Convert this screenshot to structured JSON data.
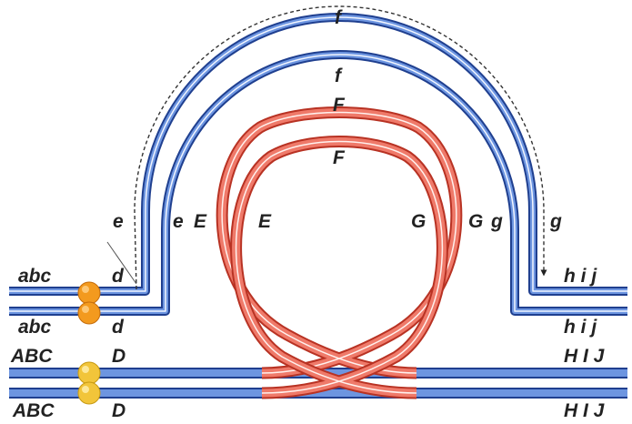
{
  "labels": {
    "outer_arc_top": "f",
    "inner_arc_top": "f",
    "red_outer_top": "F",
    "red_inner_top": "F",
    "left_e_outer": "e",
    "left_e_inner": "e",
    "left_E_outer": "E",
    "left_E_inner": "E",
    "right_G_inner": "G",
    "right_G_outer": "G",
    "right_g_inner": "g",
    "right_g_outer": "g",
    "row1_left": "abc",
    "row1_mid": "d",
    "row1_right": "h i j",
    "row2_left": "abc",
    "row2_mid": "d",
    "row2_right": "h i j",
    "row3_left": "ABC",
    "row3_mid": "D",
    "row3_right": "H I J",
    "row4_left": "ABC",
    "row4_mid": "D",
    "row4_right": "H I J"
  },
  "colors": {
    "blue_strand": "#4a74c8",
    "blue_edge": "#1f3f8f",
    "red_strand": "#e5604f",
    "red_edge": "#b83223",
    "orange_bead": "#f39a1e",
    "yellow_bead": "#f2c53a",
    "dashed_line": "#333333"
  }
}
